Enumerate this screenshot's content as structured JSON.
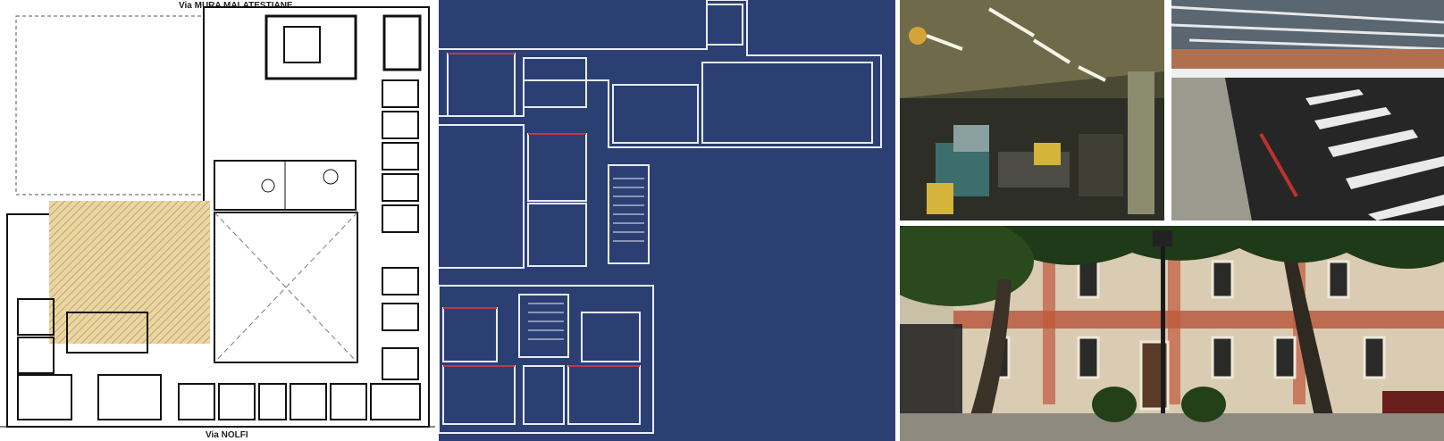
{
  "floor_plan_ground": {
    "street_top": "Via MURA MALATESTIANE",
    "street_bottom": "Via NOLFI"
  },
  "floor_plan_first": {},
  "photos": {
    "workshop_icon": "machine-workshop-photo",
    "lab_icon": "electrical-lab-photo",
    "facade_icon": "school-facade-photo"
  },
  "colors": {
    "plan_blue": "#2b3f73",
    "hatch": "#c9a45c"
  }
}
